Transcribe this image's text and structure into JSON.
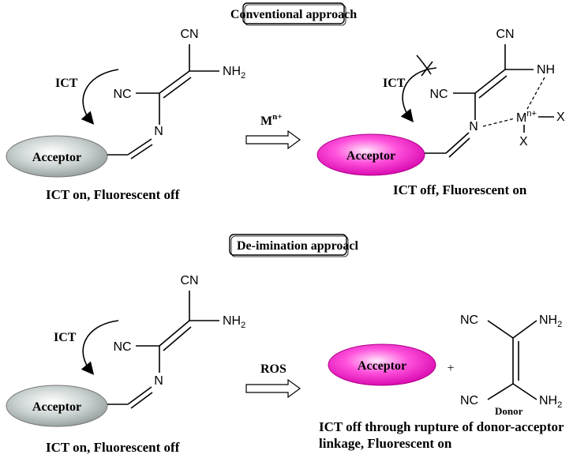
{
  "panels": {
    "conventional": {
      "title": "Conventional approach",
      "ict_label": "ICT",
      "acceptor_left": "Acceptor",
      "caption_left": "ICT on, Fluorescent off",
      "reagent": "M",
      "reagent_sup": "n+",
      "acceptor_right": "Acceptor",
      "caption_right": "ICT off, Fluorescent on",
      "ict_label_right": "ICT",
      "metal": "M",
      "metal_sup": "n+",
      "ligand_x1": "X",
      "ligand_x2": "X",
      "nh_label": "NH"
    },
    "demination": {
      "title": "De-imination approacl",
      "ict_label": "ICT",
      "acceptor_left": "Acceptor",
      "caption_left": "ICT on, Fluorescent off",
      "reagent": "ROS",
      "acceptor_right": "Acceptor",
      "plus": "+",
      "donor_label": "Donor",
      "caption_right_line1": "ICT off through rupture of donor-acceptor",
      "caption_right_line2": "linkage, Fluorescent on"
    }
  },
  "groups": {
    "cn": "CN",
    "nc": "NC",
    "n": "N",
    "nh2": "NH",
    "nh2_sub": "2"
  },
  "colors": {
    "acceptor_grey": "#b9c3c2",
    "acceptor_magenta": "#ff2ad4"
  }
}
